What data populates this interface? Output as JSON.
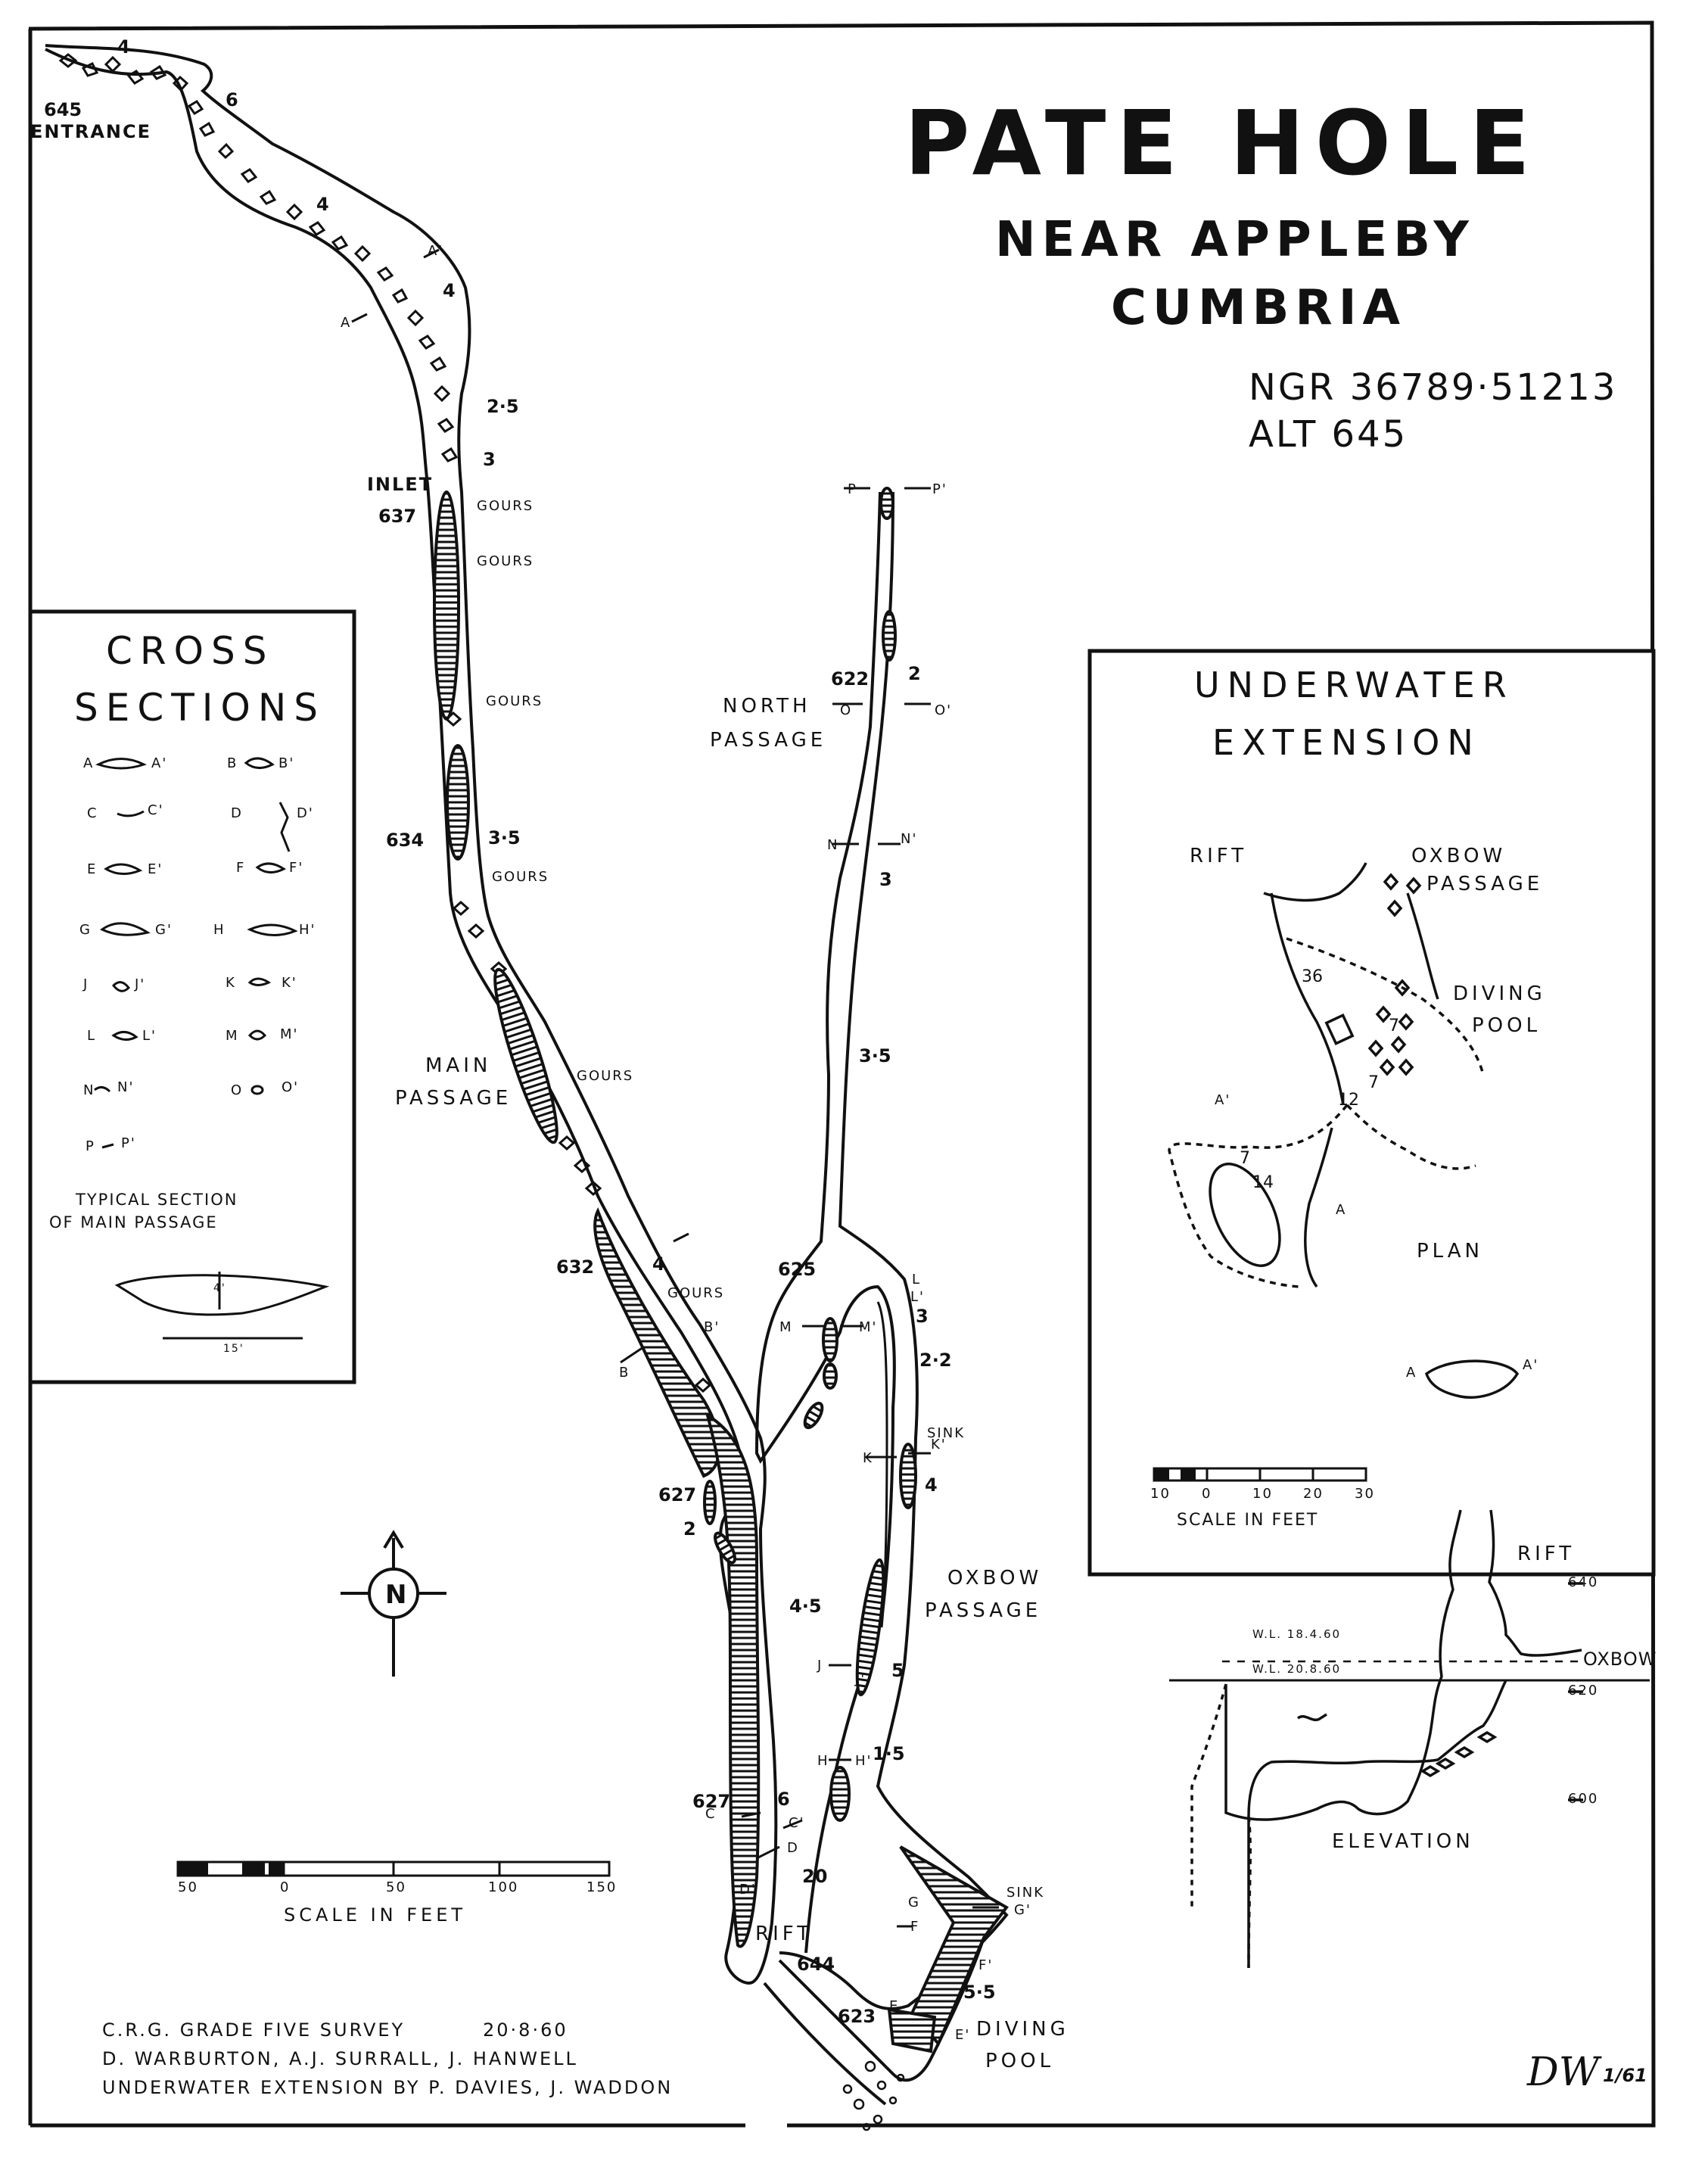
{
  "title": "PATE HOLE",
  "subtitle_1": "NEAR APPLEBY",
  "subtitle_2": "CUMBRIA",
  "ngr": "NGR 36789·51213",
  "alt": "ALT 645",
  "labels": {
    "entrance": "ENTRANCE",
    "inlet": "INLET",
    "gours": "GOURS",
    "main_passage_1": "MAIN",
    "main_passage_2": "PASSAGE",
    "north_passage_1": "NORTH",
    "north_passage_2": "PASSAGE",
    "oxbow_passage_1": "OXBOW",
    "oxbow_passage_2": "PASSAGE",
    "rift": "RIFT",
    "sink": "SINK",
    "diving_pool_1": "DIVING",
    "diving_pool_2": "POOL"
  },
  "spot_heights": [
    "645",
    "637",
    "634",
    "632",
    "627",
    "627",
    "625",
    "622",
    "644",
    "623"
  ],
  "depths": [
    "4",
    "6",
    "4",
    "4",
    "2·5",
    "3",
    "3·5",
    "4",
    "2",
    "2",
    "3",
    "3·5",
    "3",
    "2·2",
    "4",
    "4·5",
    "5",
    "1·5",
    "6",
    "20",
    "5·5"
  ],
  "section_marks": [
    "A",
    "A'",
    "B",
    "B'",
    "C",
    "C'",
    "D",
    "D'",
    "E",
    "E'",
    "F",
    "F'",
    "G",
    "G'",
    "H",
    "H'",
    "J",
    "J'",
    "K",
    "K'",
    "L",
    "L'",
    "M",
    "M'",
    "N",
    "N'",
    "O",
    "O'",
    "P",
    "P'"
  ],
  "cross_sections": {
    "title_1": "CROSS",
    "title_2": "SECTIONS",
    "items": [
      {
        "from": "A",
        "to": "A'"
      },
      {
        "from": "B",
        "to": "B'"
      },
      {
        "from": "C",
        "to": "C'"
      },
      {
        "from": "D",
        "to": "D'"
      },
      {
        "from": "E",
        "to": "E'"
      },
      {
        "from": "F",
        "to": "F'"
      },
      {
        "from": "G",
        "to": "G'"
      },
      {
        "from": "H",
        "to": "H'"
      },
      {
        "from": "J",
        "to": "J'"
      },
      {
        "from": "K",
        "to": "K'"
      },
      {
        "from": "L",
        "to": "L'"
      },
      {
        "from": "M",
        "to": "M'"
      },
      {
        "from": "N",
        "to": "N'"
      },
      {
        "from": "O",
        "to": "O'"
      },
      {
        "from": "P",
        "to": "P'"
      }
    ],
    "typical_1": "TYPICAL SECTION",
    "typical_2": "OF MAIN PASSAGE",
    "typical_height": "4'",
    "typical_width": "15'"
  },
  "underwater": {
    "title_1": "UNDERWATER",
    "title_2": "EXTENSION",
    "rift": "RIFT",
    "oxbow_passage_1": "OXBOW",
    "oxbow_passage_2": "PASSAGE",
    "diving_pool_1": "DIVING",
    "diving_pool_2": "POOL",
    "plan": "PLAN",
    "elevation": "ELEVATION",
    "section_a": "A",
    "section_a2": "A'",
    "depths": [
      "36",
      "7",
      "7",
      "12",
      "7",
      "14"
    ],
    "scale_ticks": [
      "10",
      "0",
      "10",
      "20",
      "30"
    ],
    "scale_label": "SCALE IN FEET",
    "elev_rift": "RIFT",
    "elev_oxbow": "OXBOW",
    "elev_levels": [
      "640",
      "620",
      "600"
    ],
    "wl_1": "W.L. 18.4.60",
    "wl_2": "W.L. 20.8.60"
  },
  "main_scale": {
    "ticks": [
      "50",
      "0",
      "50",
      "100",
      "150"
    ],
    "label": "SCALE IN FEET"
  },
  "north_arrow": "N",
  "credits": {
    "line1": "C.R.G. GRADE FIVE SURVEY",
    "date": "20·8·60",
    "line2": "D. WARBURTON,  A.J. SURRALL,  J. HANWELL",
    "line3": "UNDERWATER EXTENSION BY P. DAVIES, J. WADDON"
  },
  "signature": "DW",
  "signature_date": "1/61",
  "colors": {
    "ink": "#111111",
    "paper": "#ffffff"
  }
}
